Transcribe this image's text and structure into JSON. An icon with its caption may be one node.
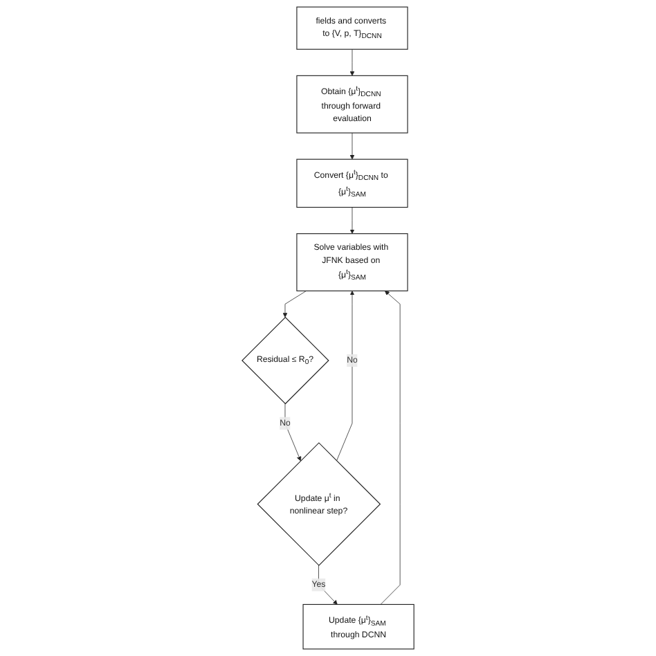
{
  "diagram": {
    "nodes": [
      {
        "text": [
          "fields and converts to {V, p, T}$_{DCNN}$"
        ]
      },
      {
        "text": [
          "Obtain {μ$^{t}$}$_{DCNN}$ through forward evaluation"
        ]
      },
      {
        "text": [
          "Convert {μ$^{t}$}$_{DCNN}$ to {μ$^{t}$}$_{SAM}$"
        ]
      },
      {
        "text": [
          "Solve variables with JFNK based on {μ$^{t}$}$_{SAM}$"
        ]
      },
      {
        "text": [
          "Update {μ$^{t}$}$_{SAM}$ through DCNN"
        ]
      },
      {
        "text": [
          "Update μ$^{t}$ in nonlinear step?"
        ]
      },
      {
        "text": [
          "Residual ≤ R$_{0}$?"
        ]
      }
    ],
    "edges": [
      {
        "from": 0,
        "to": 1,
        "arrow": "to"
      },
      {
        "from": 1,
        "to": 2,
        "arrow": "to"
      },
      {
        "from": 2,
        "to": 3,
        "arrow": "to"
      },
      {
        "from": 3,
        "to": 6,
        "arrow": "to"
      },
      {
        "from": 6,
        "to": 5,
        "arrow": "to",
        "label": "No"
      },
      {
        "from": 5,
        "to": 3,
        "arrow": "to",
        "label": "No"
      },
      {
        "from": 5,
        "to": 4,
        "arrow": "to",
        "label": "Yes"
      },
      {
        "from": 4,
        "to": 3,
        "arrow": "to"
      }
    ]
  }
}
